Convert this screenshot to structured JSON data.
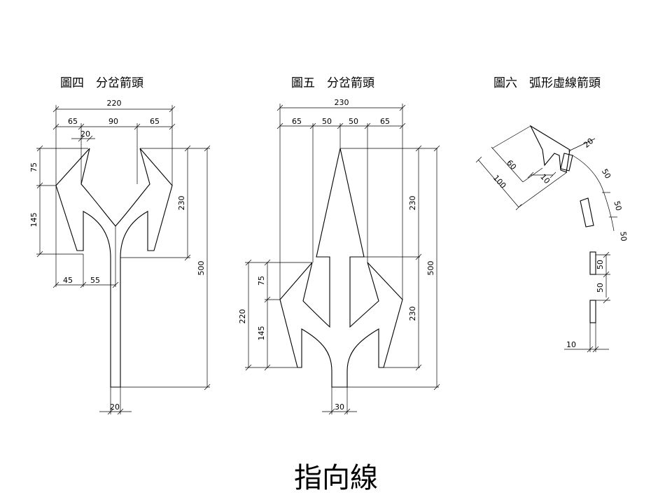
{
  "figures": [
    {
      "title": "圖四　分岔箭頭",
      "dimensions": {
        "total_width": "220",
        "left_width": "65",
        "center_gap": "90",
        "right_width": "65",
        "tip_offset": "20",
        "head_upper": "75",
        "head_lower": "145",
        "head_total": "230",
        "overall_length": "500",
        "base_left": "45",
        "base_right": "55",
        "stem_width": "20"
      }
    },
    {
      "title": "圖五　分岔箭頭",
      "dimensions": {
        "total_width": "230",
        "seg_1": "65",
        "seg_2": "50",
        "seg_3": "50",
        "seg_4": "65",
        "upper_head": "230",
        "overall_length": "500",
        "side_upper": "75",
        "side_lower": "145",
        "side_total": "220",
        "lower_head": "230",
        "stem_width": "30"
      }
    },
    {
      "title": "圖六　弧形虛線箭頭",
      "dimensions": {
        "tip_width": "20",
        "inner_length": "60",
        "outer_length": "100",
        "stroke_width": "10",
        "arc_gap_1": "50",
        "arc_dash": "50",
        "arc_gap_2": "50",
        "straight_dash": "50",
        "straight_gap": "50",
        "line_width": "10"
      }
    }
  ],
  "caption": "指向線"
}
